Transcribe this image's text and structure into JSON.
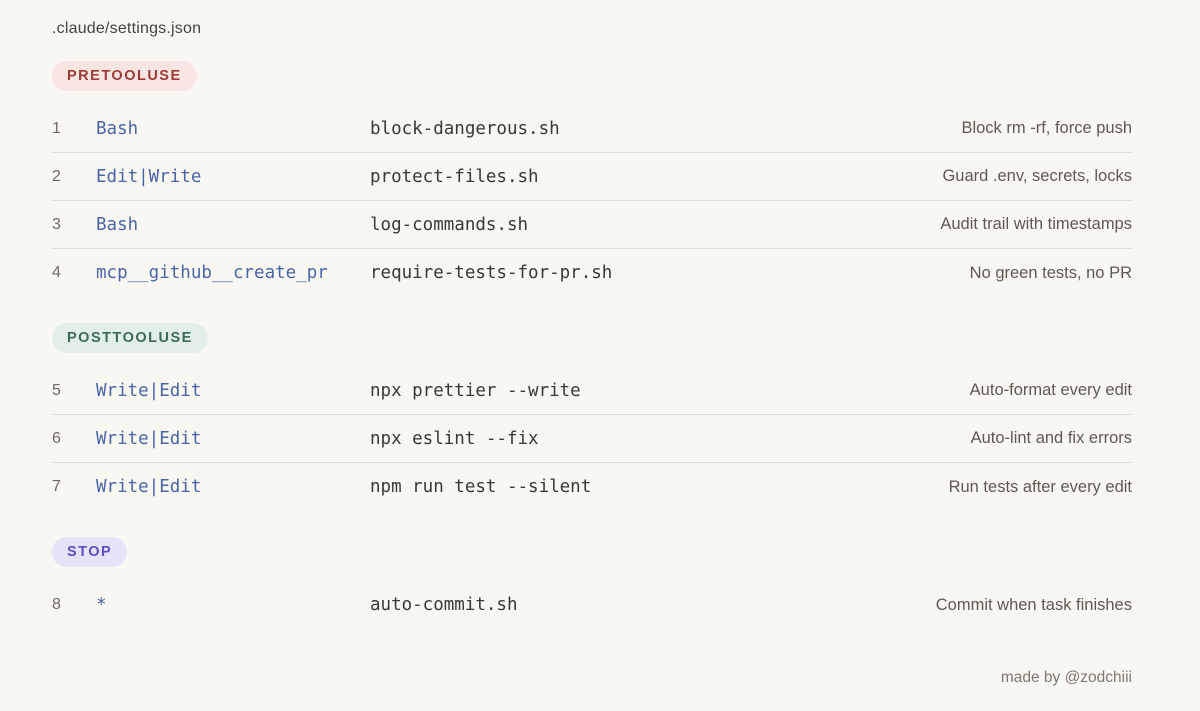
{
  "page": {
    "title": ".claude/settings.json",
    "footer": "made by @zodchiii",
    "background": "#f9f7f1",
    "divider_color": "#dfdcd3",
    "matcher_color": "#4a64a8",
    "command_color": "#3a3833",
    "description_color": "#5d5a52"
  },
  "sections": [
    {
      "id": "pretooluse",
      "label": "PRETOOLUSE",
      "badge_bg": "#f8e5e2",
      "badge_color": "#9c3b37",
      "rows": [
        {
          "num": "1",
          "matcher": "Bash",
          "command": "block-dangerous.sh",
          "description": "Block rm -rf, force push"
        },
        {
          "num": "2",
          "matcher": "Edit|Write",
          "command": "protect-files.sh",
          "description": "Guard .env, secrets, locks"
        },
        {
          "num": "3",
          "matcher": "Bash",
          "command": "log-commands.sh",
          "description": "Audit trail with timestamps"
        },
        {
          "num": "4",
          "matcher": "mcp__github__create_pr",
          "command": "require-tests-for-pr.sh",
          "description": "No green tests, no PR"
        }
      ]
    },
    {
      "id": "posttooluse",
      "label": "POSTTOOLUSE",
      "badge_bg": "#e2efe8",
      "badge_color": "#3d6a57",
      "rows": [
        {
          "num": "5",
          "matcher": "Write|Edit",
          "command": "npx prettier --write",
          "description": "Auto-format every edit"
        },
        {
          "num": "6",
          "matcher": "Write|Edit",
          "command": "npx eslint --fix",
          "description": "Auto-lint and fix errors"
        },
        {
          "num": "7",
          "matcher": "Write|Edit",
          "command": "npm run test --silent",
          "description": "Run tests after every edit"
        }
      ]
    },
    {
      "id": "stop",
      "label": "STOP",
      "badge_bg": "#e6e3f8",
      "badge_color": "#5950c2",
      "rows": [
        {
          "num": "8",
          "matcher": "*",
          "command": "auto-commit.sh",
          "description": "Commit when task finishes"
        }
      ]
    }
  ]
}
